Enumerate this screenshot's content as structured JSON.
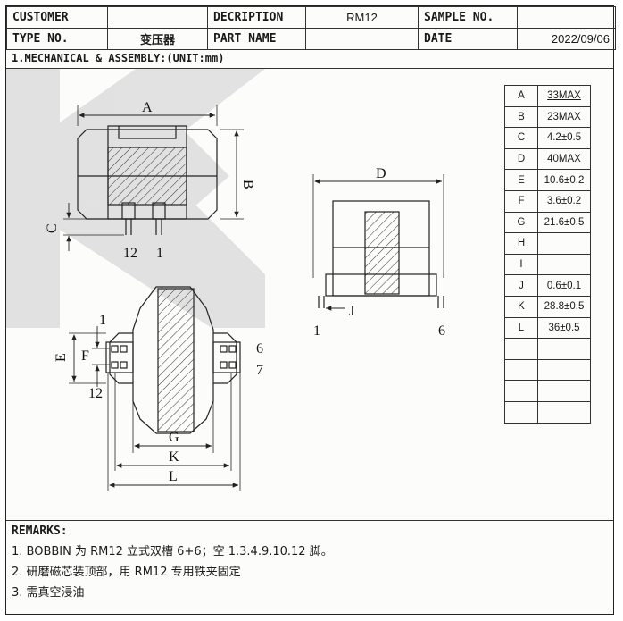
{
  "header": {
    "customer_label": "CUSTOMER",
    "customer_value": "",
    "description_label": "DECRIPTION",
    "description_value": "RM12",
    "sample_label": "SAMPLE NO.",
    "sample_value": "",
    "type_label": "TYPE NO.",
    "type_value": "变压器",
    "part_label": "PART NAME",
    "part_value": "",
    "date_label": "DATE",
    "date_value": "2022/09/06"
  },
  "section_title": "1.MECHANICAL & ASSEMBLY:(UNIT:mm)",
  "drawing_labels": {
    "A": "A",
    "B": "B",
    "C": "C",
    "D": "D",
    "E": "E",
    "F": "F",
    "G": "G",
    "J": "J",
    "K": "K",
    "L": "L",
    "pin12": "12",
    "pin1": "1",
    "pin1b": "1",
    "pin6": "6",
    "pin1c": "1",
    "pin12b": "12",
    "pin6b": "6",
    "pin7": "7"
  },
  "dimensions": [
    {
      "key": "A",
      "value": "33MAX"
    },
    {
      "key": "B",
      "value": "23MAX"
    },
    {
      "key": "C",
      "value": "4.2±0.5"
    },
    {
      "key": "D",
      "value": "40MAX"
    },
    {
      "key": "E",
      "value": "10.6±0.2"
    },
    {
      "key": "F",
      "value": "3.6±0.2"
    },
    {
      "key": "G",
      "value": "21.6±0.5"
    },
    {
      "key": "H",
      "value": ""
    },
    {
      "key": "I",
      "value": ""
    },
    {
      "key": "J",
      "value": "0.6±0.1"
    },
    {
      "key": "K",
      "value": "28.8±0.5"
    },
    {
      "key": "L",
      "value": "36±0.5"
    },
    {
      "key": "",
      "value": ""
    },
    {
      "key": "",
      "value": ""
    },
    {
      "key": "",
      "value": ""
    },
    {
      "key": "",
      "value": ""
    }
  ],
  "remarks": {
    "title": "REMARKS:",
    "lines": [
      "1. BOBBIN 为 RM12 立式双槽 6+6；空 1.3.4.9.10.12 脚。",
      "2. 研磨磁芯装顶部，用 RM12 专用铁夹固定",
      "3. 需真空浸油"
    ]
  }
}
